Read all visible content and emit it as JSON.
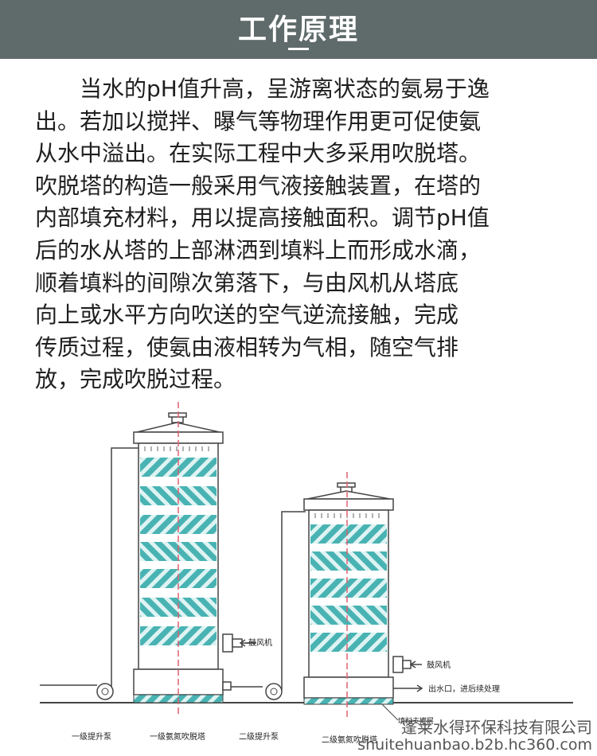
{
  "header": {
    "title": "工作原理"
  },
  "description": {
    "lines": [
      "当水的pH值升高，呈游离状态的氨易于逸",
      "出。若加以搅拌、曝气等物理作用更可促使氨",
      "从水中溢出。在实际工程中大多采用吹脱塔。",
      "吹脱塔的构造一般采用气液接触装置，在塔的",
      "内部填充材料，用以提高接触面积。调节pH值",
      "后的水从塔的上部淋洒到填料上而形成水滴，",
      "顺着填料的间隙次第落下，与由风机从塔底",
      "向上或水平方向吹送的空气逆流接触，完成",
      "传质过程，使氨由液相转为气相，随空气排",
      "放，完成吹脱过程。"
    ]
  },
  "diagram": {
    "labels": {
      "blower_1": "鼓风机",
      "blower_2": "鼓风机",
      "outlet": "出水口，进后续处理",
      "support": "填料支撑层",
      "pump_1": "一级提升泵",
      "tower_1": "一级氨氮吹脱塔",
      "pump_2": "二级提升泵",
      "tower_2": "二级氨氮吹脱塔"
    }
  },
  "watermark": {
    "company": "蓬莱水得环保科技有限公司",
    "url": "shuitehuanbao.b2b.hc360.com"
  },
  "colors": {
    "header_bg": "#5f6a6a",
    "packing_teal": "#49b3b3",
    "axis_red": "#e06070",
    "outline": "#444444"
  }
}
